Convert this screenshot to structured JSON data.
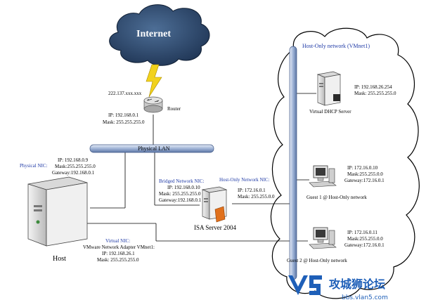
{
  "internet": {
    "label": "Internet"
  },
  "router": {
    "label": "Router",
    "public_ip": "222.137.xxx.xxx",
    "ip": "IP: 192.168.0.1",
    "mask": "Mask: 255.255.255.0"
  },
  "physical_lan": {
    "label": "Physical LAN"
  },
  "host": {
    "label": "Host",
    "physical_nic": {
      "title": "Physical NIC:",
      "ip": "IP: 192.168.0.9",
      "mask": "Mask:255.255.255.0",
      "gateway": "Gateway:192.168.0.1"
    },
    "virtual_nic": {
      "title": "Virtual NIC:",
      "adapter": "VMware Network Adapter VMnet1:",
      "ip": "IP: 192.168.26.1",
      "mask": "Mask: 255.255.255.0"
    }
  },
  "isa": {
    "label": "ISA Server  2004",
    "bridged_nic": {
      "title": "Bridged Network NIC:",
      "ip": "IP: 192.168.0.10",
      "mask": "Mask: 255.255.255.0",
      "gateway": "Gateway:192.168.0.1"
    },
    "hostonly_nic": {
      "title": "Host-Only Network NIC:",
      "ip": "IP: 172.16.0.1",
      "mask": "Mask: 255.255.0.0"
    }
  },
  "hostonly_network": {
    "label": "Host-Only network (VMnet1)"
  },
  "dhcp": {
    "label": "Virtual DHCP Server",
    "ip": "IP: 192.168.26.254",
    "mask": "Mask: 255.255.255.0"
  },
  "guest1": {
    "label": "Guest 1 @ Host-Only network",
    "ip": "IP: 172.16.0.10",
    "mask": "Mask:255.255.0.0",
    "gateway": "Gateway:172.16.0.1"
  },
  "guest2": {
    "label": "Guest 2 @ Host-Only network",
    "ip": "IP: 172.16.0.11",
    "mask": "Mask:255.255.0.0",
    "gateway": "Gateway:172.16.0.1"
  },
  "watermark": {
    "title": "攻城狮论坛",
    "url": "bbs.vlan5.com"
  },
  "colors": {
    "cloud": "#2e4a6e",
    "bus": "#9fb3d6",
    "label_blue": "#1f3aa6",
    "lightning": "#f2d21c",
    "watermark": "#1e5fb8"
  }
}
